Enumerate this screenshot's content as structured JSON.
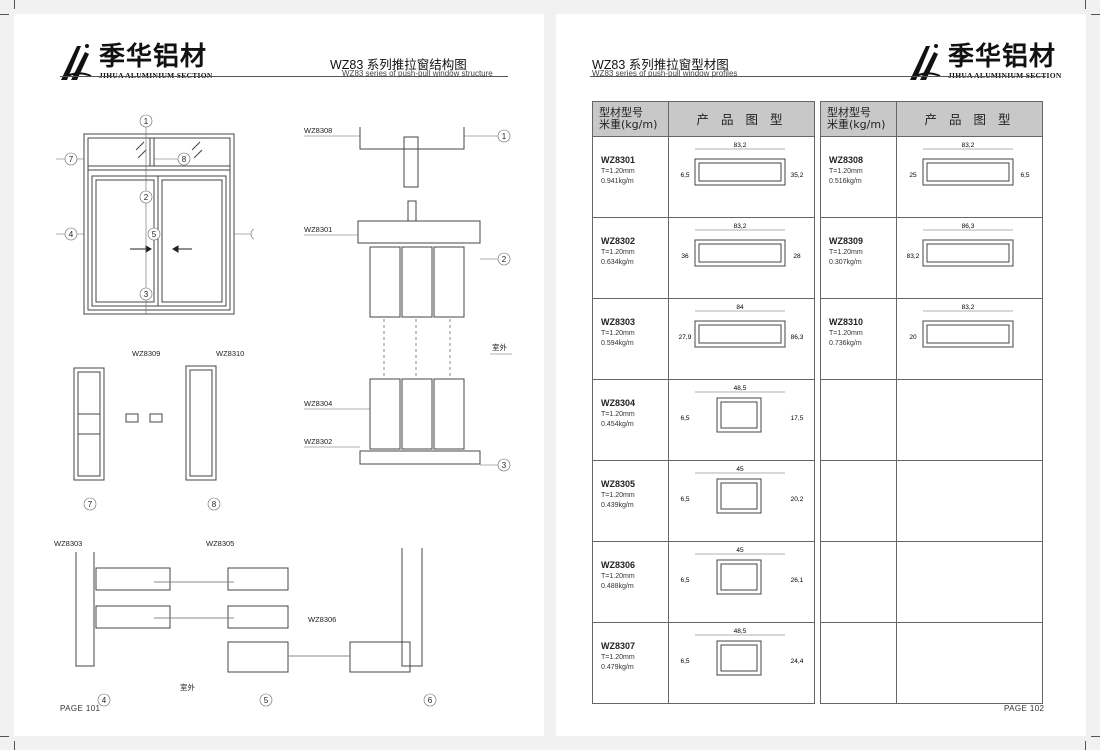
{
  "brand": {
    "name_cn": "季华铝材",
    "name_en": "JIHUA ALUMINIUM SECTION"
  },
  "left_page": {
    "title_cn": "WZ83 系列推拉窗结构图",
    "title_en": "WZ83 series of push-pull window structure",
    "page_number": "PAGE  101",
    "callout_numbers": [
      "1",
      "2",
      "3",
      "4",
      "5",
      "6",
      "7",
      "8"
    ],
    "outdoor_label": "室外",
    "section_labels": [
      "WZ8308",
      "WZ8301",
      "WZ8304",
      "WZ8302",
      "WZ8309",
      "WZ8310",
      "WZ8303",
      "WZ8305",
      "WZ8306"
    ]
  },
  "right_page": {
    "title_cn": "WZ83 系列推拉窗型材图",
    "title_en": "WZ83 series of push-pull window profiles",
    "page_number": "PAGE  102",
    "table_headers": {
      "model_line1": "型材型号",
      "model_line2": "米重(kg/m)",
      "drawing": "产 品 图 型"
    },
    "profiles_left": [
      {
        "code": "WZ8301",
        "thickness": "T=1.20mm",
        "weight": "0.941kg/m",
        "dims": [
          "83,2",
          "6,5",
          "35,2"
        ]
      },
      {
        "code": "WZ8302",
        "thickness": "T=1.20mm",
        "weight": "0.634kg/m",
        "dims": [
          "83,2",
          "36",
          "28"
        ]
      },
      {
        "code": "WZ8303",
        "thickness": "T=1.20mm",
        "weight": "0.594kg/m",
        "dims": [
          "84",
          "27,9",
          "86,3"
        ]
      },
      {
        "code": "WZ8304",
        "thickness": "T=1.20mm",
        "weight": "0.454kg/m",
        "dims": [
          "48,5",
          "6,5",
          "17,5"
        ]
      },
      {
        "code": "WZ8305",
        "thickness": "T=1.20mm",
        "weight": "0.439kg/m",
        "dims": [
          "45",
          "6,5",
          "20,2"
        ]
      },
      {
        "code": "WZ8306",
        "thickness": "T=1.20mm",
        "weight": "0.488kg/m",
        "dims": [
          "45",
          "6,5",
          "26,1"
        ]
      },
      {
        "code": "WZ8307",
        "thickness": "T=1.20mm",
        "weight": "0.479kg/m",
        "dims": [
          "48,5",
          "6,5",
          "24,4"
        ]
      }
    ],
    "profiles_right": [
      {
        "code": "WZ8308",
        "thickness": "T=1.20mm",
        "weight": "0.516kg/m",
        "dims": [
          "83,2",
          "25",
          "6,5"
        ]
      },
      {
        "code": "WZ8309",
        "thickness": "T=1.20mm",
        "weight": "0.307kg/m",
        "dims": [
          "86,3",
          "83,2"
        ]
      },
      {
        "code": "WZ8310",
        "thickness": "T=1.20mm",
        "weight": "0.736kg/m",
        "dims": [
          "83,2",
          "20"
        ]
      }
    ]
  }
}
